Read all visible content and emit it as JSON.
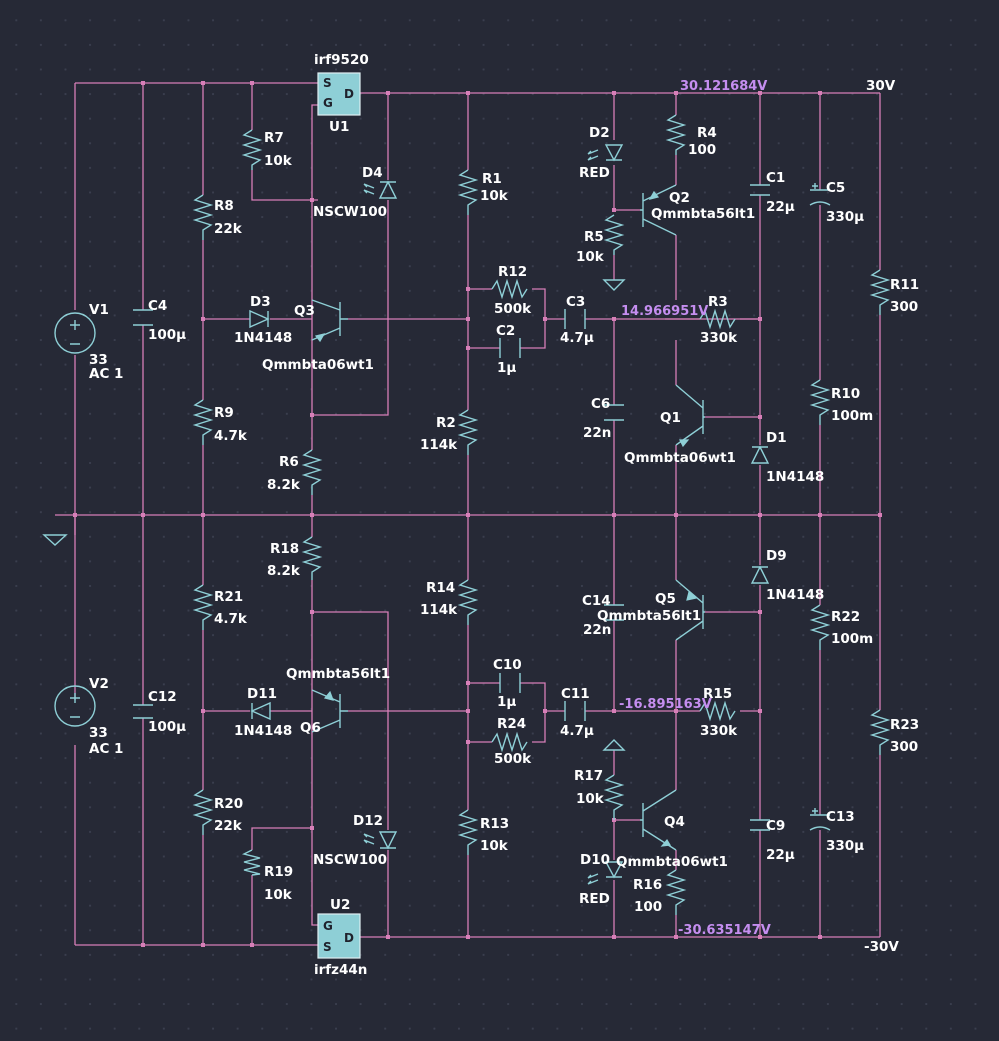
{
  "colors": {
    "wire": "#d77fb8",
    "component": "#8ecfd6",
    "label": "#ffffff",
    "voltage": "#c58ef0",
    "background": "#262936"
  },
  "rails": {
    "pos": "30V",
    "neg": "-30V"
  },
  "probes": {
    "p1": "30.121684V",
    "p2": "14.966951V",
    "p3": "-16.895163V",
    "p4": "-30.635147V"
  },
  "mos": {
    "u1": {
      "name": "U1",
      "model": "irf9520",
      "pins": [
        "S",
        "G",
        "D"
      ]
    },
    "u2": {
      "name": "U2",
      "model": "irfz44n",
      "pins": [
        "G",
        "S",
        "D"
      ]
    }
  },
  "src": {
    "v1": {
      "name": "V1",
      "value": "33",
      "ac": "AC 1"
    },
    "v2": {
      "name": "V2",
      "value": "33",
      "ac": "AC 1"
    }
  },
  "res": {
    "r1": {
      "name": "R1",
      "value": "10k"
    },
    "r2": {
      "name": "R2",
      "value": "114k"
    },
    "r3": {
      "name": "R3",
      "value": "330k"
    },
    "r4": {
      "name": "R4",
      "value": "100"
    },
    "r5": {
      "name": "R5",
      "value": "10k"
    },
    "r6": {
      "name": "R6",
      "value": "8.2k"
    },
    "r7": {
      "name": "R7",
      "value": "10k"
    },
    "r8": {
      "name": "R8",
      "value": "22k"
    },
    "r9": {
      "name": "R9",
      "value": "4.7k"
    },
    "r10": {
      "name": "R10",
      "value": "100m"
    },
    "r11": {
      "name": "R11",
      "value": "300"
    },
    "r12": {
      "name": "R12",
      "value": "500k"
    },
    "r13": {
      "name": "R13",
      "value": "10k"
    },
    "r14": {
      "name": "R14",
      "value": "114k"
    },
    "r15": {
      "name": "R15",
      "value": "330k"
    },
    "r16": {
      "name": "R16",
      "value": "100"
    },
    "r17": {
      "name": "R17",
      "value": "10k"
    },
    "r18": {
      "name": "R18",
      "value": "8.2k"
    },
    "r19": {
      "name": "R19",
      "value": "10k"
    },
    "r20": {
      "name": "R20",
      "value": "22k"
    },
    "r21": {
      "name": "R21",
      "value": "4.7k"
    },
    "r22": {
      "name": "R22",
      "value": "100m"
    },
    "r23": {
      "name": "R23",
      "value": "300"
    },
    "r24": {
      "name": "R24",
      "value": "500k"
    }
  },
  "cap": {
    "c1": {
      "name": "C1",
      "value": "22µ"
    },
    "c2": {
      "name": "C2",
      "value": "1µ"
    },
    "c3": {
      "name": "C3",
      "value": "4.7µ"
    },
    "c4": {
      "name": "C4",
      "value": "100µ"
    },
    "c5": {
      "name": "C5",
      "value": "330µ"
    },
    "c6": {
      "name": "C6",
      "value": "22n"
    },
    "c9": {
      "name": "C9",
      "value": "22µ"
    },
    "c10": {
      "name": "C10",
      "value": "1µ"
    },
    "c11": {
      "name": "C11",
      "value": "4.7µ"
    },
    "c12": {
      "name": "C12",
      "value": "100µ"
    },
    "c13": {
      "name": "C13",
      "value": "330µ"
    },
    "c14": {
      "name": "C14",
      "value": "22n"
    }
  },
  "dio": {
    "d1": {
      "name": "D1",
      "value": "1N4148"
    },
    "d2": {
      "name": "D2",
      "value": "RED"
    },
    "d3": {
      "name": "D3",
      "value": "1N4148"
    },
    "d4": {
      "name": "D4",
      "value": "NSCW100"
    },
    "d9": {
      "name": "D9",
      "value": "1N4148"
    },
    "d10": {
      "name": "D10",
      "value": "RED"
    },
    "d11": {
      "name": "D11",
      "value": "1N4148"
    },
    "d12": {
      "name": "D12",
      "value": "NSCW100"
    }
  },
  "bjt": {
    "q1": {
      "name": "Q1",
      "value": "Qmmbta06wt1"
    },
    "q2": {
      "name": "Q2",
      "value": "Qmmbta56lt1"
    },
    "q3": {
      "name": "Q3",
      "value": "Qmmbta06wt1"
    },
    "q4": {
      "name": "Q4",
      "value": "Qmmbta06wt1"
    },
    "q5": {
      "name": "Q5",
      "value": "Qmmbta56lt1"
    },
    "q6": {
      "name": "Q6",
      "value": "Qmmbta56lt1"
    }
  }
}
